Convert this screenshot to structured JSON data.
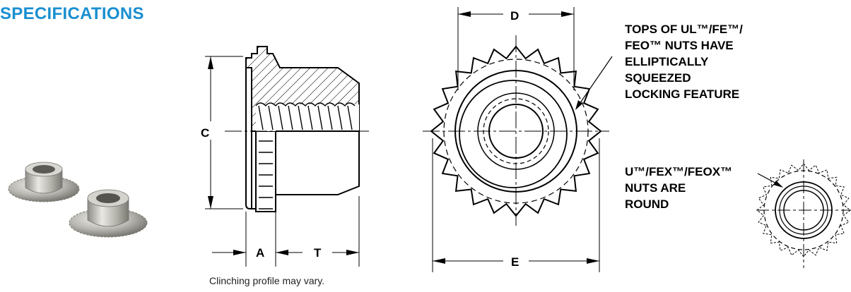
{
  "header": {
    "title": "SPECIFICATIONS"
  },
  "profile": {
    "caption": "Clinching profile may vary.",
    "labels": {
      "c": "C",
      "a": "A",
      "t": "T"
    }
  },
  "top_view": {
    "labels": {
      "d": "D",
      "e": "E"
    }
  },
  "notes": {
    "elliptical": [
      "TOPS OF UL™/FE™/",
      "FEO™ NUTS HAVE",
      "ELLIPTICALLY",
      "SQUEEZED",
      "LOCKING FEATURE"
    ],
    "round": [
      "U™/FEX™/FEOX™",
      "NUTS ARE",
      "ROUND"
    ]
  },
  "colors": {
    "title": "#1a8fd0",
    "line": "#000000"
  }
}
